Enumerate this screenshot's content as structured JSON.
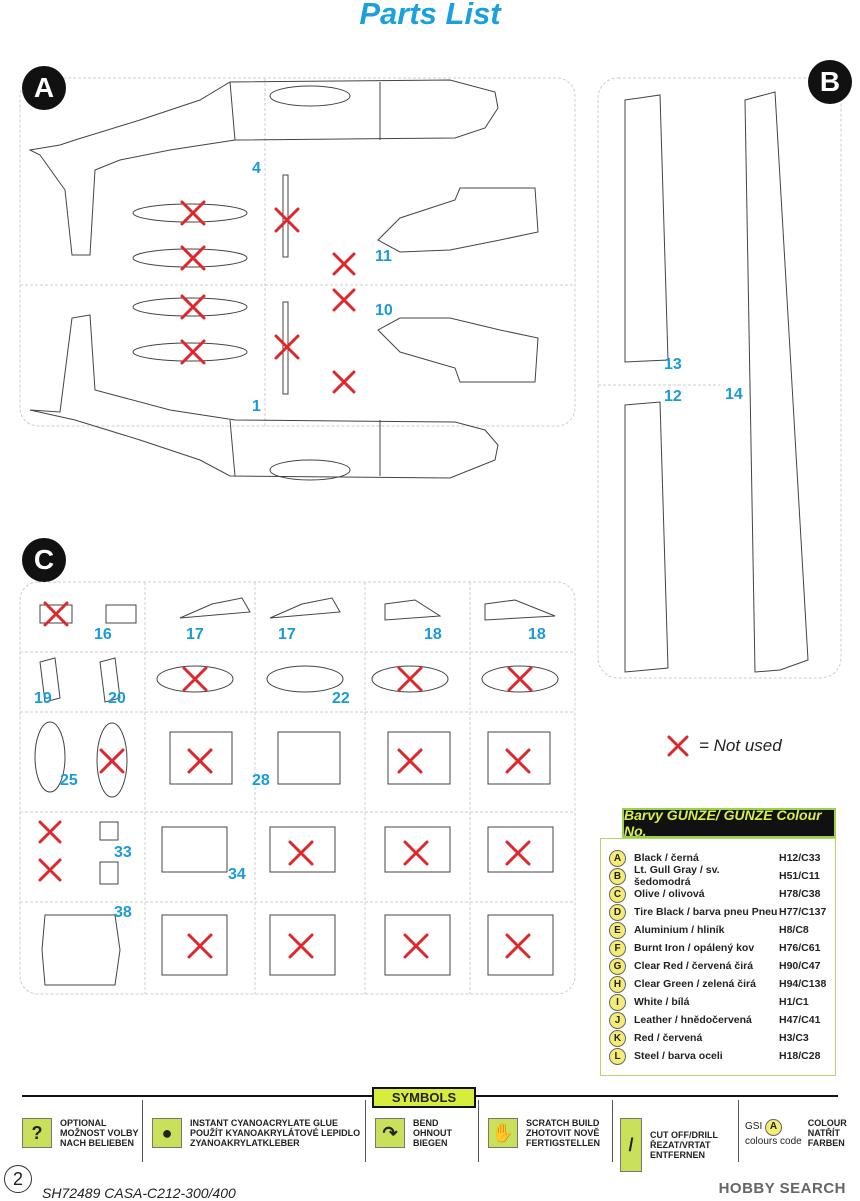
{
  "title": "Parts List",
  "sheets": {
    "a": "A",
    "b": "B",
    "c": "C"
  },
  "part_numbers": {
    "p1": "1",
    "p4": "4",
    "p10": "10",
    "p11": "11",
    "p12": "12",
    "p13": "13",
    "p14": "14",
    "p16": "16",
    "p17a": "17",
    "p17b": "17",
    "p18a": "18",
    "p18b": "18",
    "p19": "19",
    "p20": "20",
    "p22": "22",
    "p25": "25",
    "p28": "28",
    "p33": "33",
    "p34": "34",
    "p38": "38"
  },
  "legend": {
    "not_used": "= Not used",
    "cross_color": "#e0262b"
  },
  "colours": {
    "header": "Barvy GUNZE/ GUNZE Colour No.",
    "items": [
      {
        "key": "A",
        "name": "Black / černá",
        "code": "H12/C33"
      },
      {
        "key": "B",
        "name": "Lt. Gull Gray / sv. šedomodrá",
        "code": "H51/C11"
      },
      {
        "key": "C",
        "name": "Olive / olivová",
        "code": "H78/C38"
      },
      {
        "key": "D",
        "name": "Tire Black / barva pneu Pneu",
        "code": "H77/C137"
      },
      {
        "key": "E",
        "name": "Aluminium / hliník",
        "code": "H8/C8"
      },
      {
        "key": "F",
        "name": "Burnt Iron / opálený kov",
        "code": "H76/C61"
      },
      {
        "key": "G",
        "name": "Clear Red / červená čirá",
        "code": "H90/C47"
      },
      {
        "key": "H",
        "name": "Clear Green / zelená čirá",
        "code": "H94/C138"
      },
      {
        "key": "I",
        "name": "White / bílá",
        "code": "H1/C1"
      },
      {
        "key": "J",
        "name": "Leather / hnědočervená",
        "code": "H47/C41"
      },
      {
        "key": "K",
        "name": "Red / červená",
        "code": "H3/C3"
      },
      {
        "key": "L",
        "name": "Steel / barva oceli",
        "code": "H18/C28"
      }
    ]
  },
  "symbols": {
    "header": "SYMBOLS",
    "optional": {
      "icon": "question-icon",
      "l1": "OPTIONAL",
      "l2": "MOŽNOST VOLBY",
      "l3": "NACH BELIEBEN"
    },
    "glue": {
      "icon": "drop-icon",
      "l1": "INSTANT CYANOACRYLATE GLUE",
      "l2": "POUŽÍT KYANOAKRYLÁTOVÉ LEPIDLO",
      "l3": "ZYANOAKRYLATKLEBER"
    },
    "bend": {
      "icon": "bend-icon",
      "l1": "BEND",
      "l2": "OHNOUT",
      "l3": "BIEGEN"
    },
    "scratch": {
      "icon": "hand-icon",
      "l1": "SCRATCH BUILD",
      "l2": "ZHOTOVIT NOVĚ",
      "l3": "FERTIGSTELLEN"
    },
    "cut": {
      "icon": "cut-icon",
      "l1": "CUT OFF/DRILL",
      "l2": "ŘEZAT/VRTAT",
      "l3": "ENTFERNEN"
    },
    "gsi": {
      "gsi": "GSI",
      "badge": "A",
      "caption": "colours code",
      "l1": "COLOUR",
      "l2": "NATŘÍT",
      "l3": "FARBEN"
    }
  },
  "page_number": "2",
  "footer": "SH72489  CASA-C212-300/400",
  "watermark": "HOBBY SEARCH"
}
